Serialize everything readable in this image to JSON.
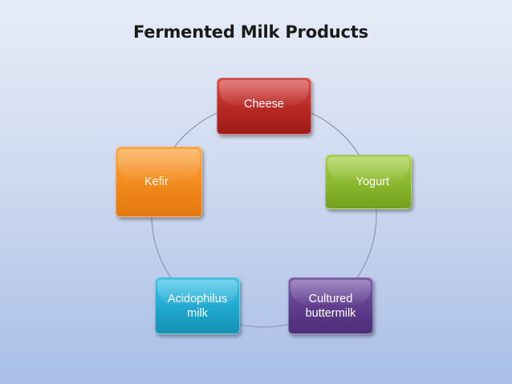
{
  "title": "Fermented Milk Products",
  "diagram": {
    "type": "cycle",
    "nodes": [
      {
        "label": "Cheese",
        "color": "#b42622"
      },
      {
        "label": "Yogurt",
        "color": "#86b52a"
      },
      {
        "label": "Cultured buttermilk",
        "color": "#5b3a8a"
      },
      {
        "label": "Acidophilus milk",
        "color": "#1ea5cc"
      },
      {
        "label": "Kefir",
        "color": "#f1871a"
      }
    ]
  }
}
